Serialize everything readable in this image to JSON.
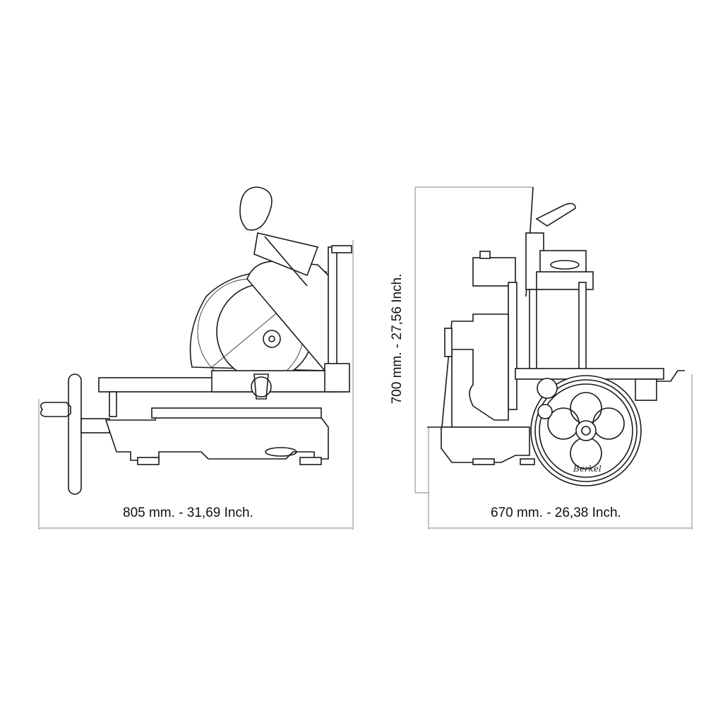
{
  "dimensions": {
    "side_view_width": "805 mm. - 31,69 Inch.",
    "front_view_height": "700 mm. - 27,56 Inch.",
    "front_view_width": "670 mm. - 26,38 Inch."
  },
  "logo": "Berkel"
}
